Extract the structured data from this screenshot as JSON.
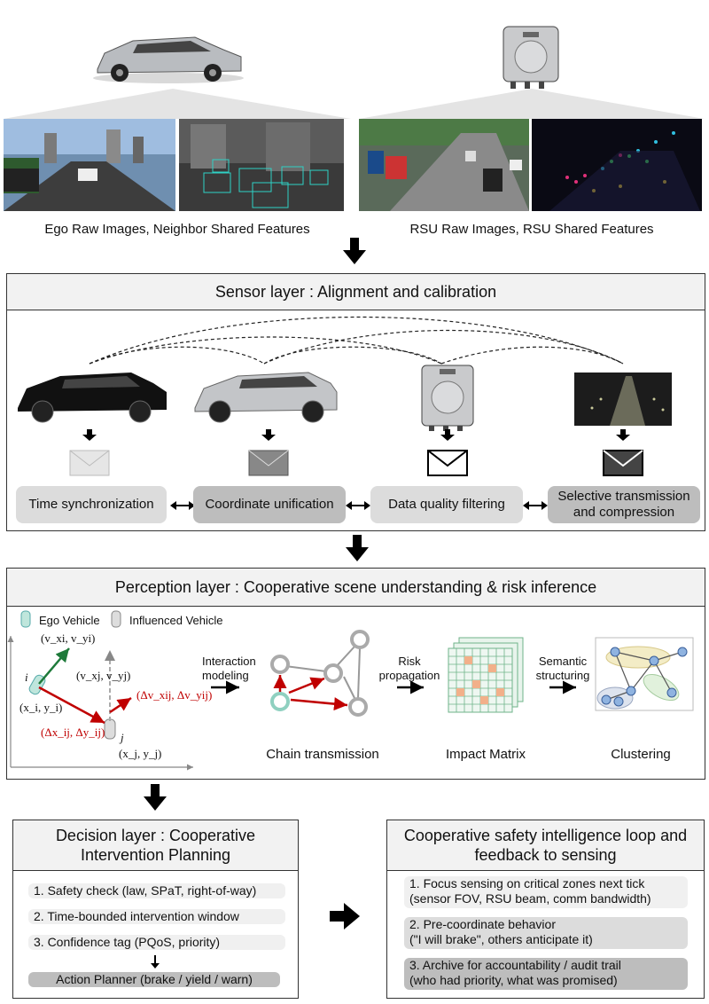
{
  "top": {
    "left_caption": "Ego Raw Images, Neighbor Shared Features",
    "right_caption": "RSU Raw Images, RSU Shared Features"
  },
  "sensor_layer": {
    "title": "Sensor layer : Alignment and calibration",
    "steps": [
      "Time synchronization",
      "Coordinate unification",
      "Data quality filtering",
      "Selective transmission and compression"
    ]
  },
  "perception_layer": {
    "title": "Perception layer : Cooperative scene understanding & risk inference",
    "legend_ego": "Ego Vehicle",
    "legend_influenced": "Influenced Vehicle",
    "interaction_modeling": "Interaction modeling",
    "risk_propagation": "Risk propagation",
    "semantic_structuring": "Semantic structuring",
    "chain_transmission": "Chain transmission",
    "impact_matrix": "Impact Matrix",
    "clustering": "Clustering",
    "labels": {
      "vi": "(v_xi, v_yi)",
      "vj": "(v_xj, v_yj)",
      "i": "i",
      "j": "j",
      "xi": "(x_i, y_i)",
      "xj": "(x_j, y_j)",
      "dv": "(Δv_xij, Δv_yij)",
      "dx": "(Δx_ij, Δy_ij)"
    }
  },
  "decision_layer": {
    "title": "Decision layer : Cooperative Intervention Planning",
    "items": [
      "1. Safety check (law, SPaT, right-of-way)",
      "2. Time-bounded intervention window",
      "3. Confidence tag (PQoS, priority)"
    ],
    "planner": "Action Planner (brake / yield / warn)"
  },
  "loop_panel": {
    "title": "Cooperative safety intelligence loop and feedback to sensing",
    "items": [
      {
        "line1": "1. Focus sensing on critical zones next tick",
        "line2": "(sensor FOV, RSU beam, comm bandwidth)"
      },
      {
        "line1": "2. Pre-coordinate behavior",
        "line2": "(\"I will brake\", others anticipate it)"
      },
      {
        "line1": "3. Archive for accountability / audit trail",
        "line2": "(who had priority, what was promised)"
      }
    ]
  }
}
